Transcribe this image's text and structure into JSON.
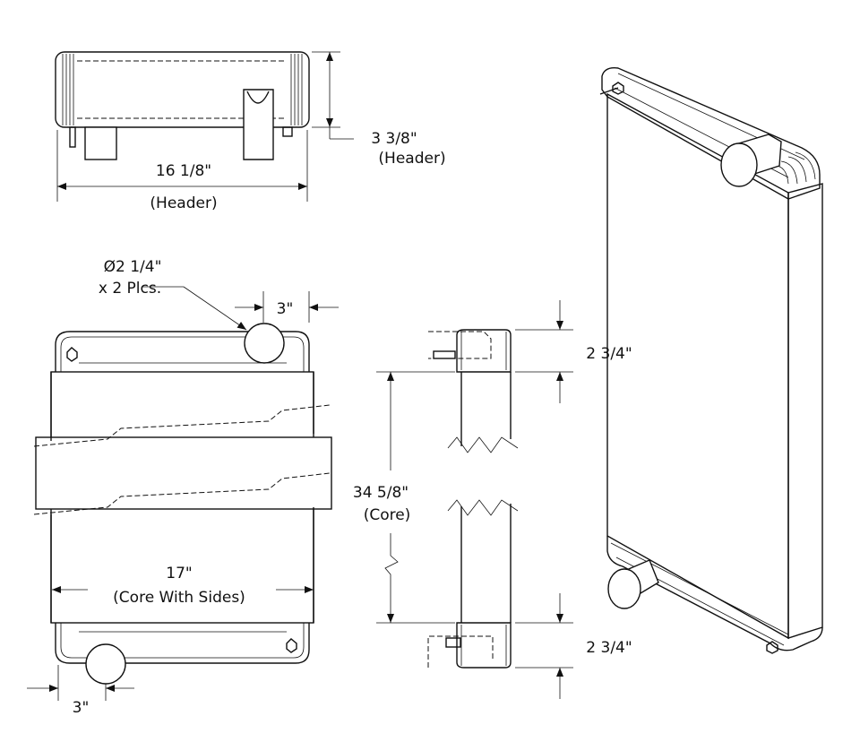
{
  "dimensions": {
    "header_height": "3 3/8\"",
    "header_height_note": "(Header)",
    "header_width": "16 1/8\"",
    "header_width_note": "(Header)",
    "port_diameter": "Ø2 1/4\"",
    "port_count": "x 2 Plcs.",
    "top_port_offset": "3\"",
    "bottom_port_offset": "3\"",
    "core_width": "17\"",
    "core_width_note": "(Core With Sides)",
    "core_height": "34 5/8\"",
    "core_height_note": "(Core)",
    "top_header_depth": "2 3/4\"",
    "bottom_header_depth": "2 3/4\""
  }
}
